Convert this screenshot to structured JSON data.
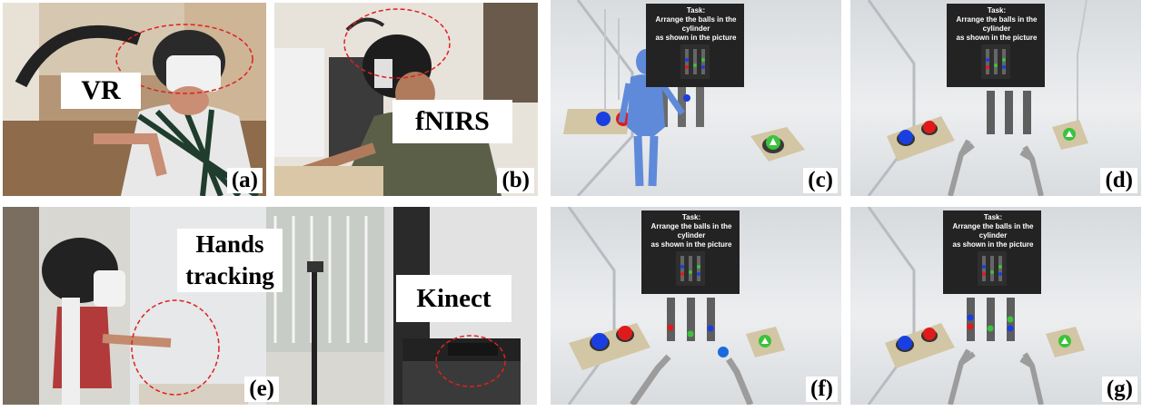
{
  "figure": {
    "panels": [
      {
        "id": "a",
        "label": "(a)",
        "callouts": [
          "VR"
        ]
      },
      {
        "id": "b",
        "label": "(b)",
        "callouts": [
          "fNIRS"
        ]
      },
      {
        "id": "c",
        "label": "(c)"
      },
      {
        "id": "d",
        "label": "(d)"
      },
      {
        "id": "e",
        "label": "(e)",
        "callouts": [
          "Hands tracking",
          "Kinect"
        ]
      },
      {
        "id": "f",
        "label": "(f)"
      },
      {
        "id": "g",
        "label": "(g)"
      }
    ],
    "task_board": {
      "title": "Task:",
      "line1": "Arrange the balls in the cylinder",
      "line2": "as shown in the picture"
    },
    "colors": {
      "highlight_circle": "#e02020",
      "ball_red": "#e01a1a",
      "ball_blue": "#1a3fe0",
      "ball_green": "#3cc23c",
      "avatar": "#5f8ad9"
    }
  }
}
